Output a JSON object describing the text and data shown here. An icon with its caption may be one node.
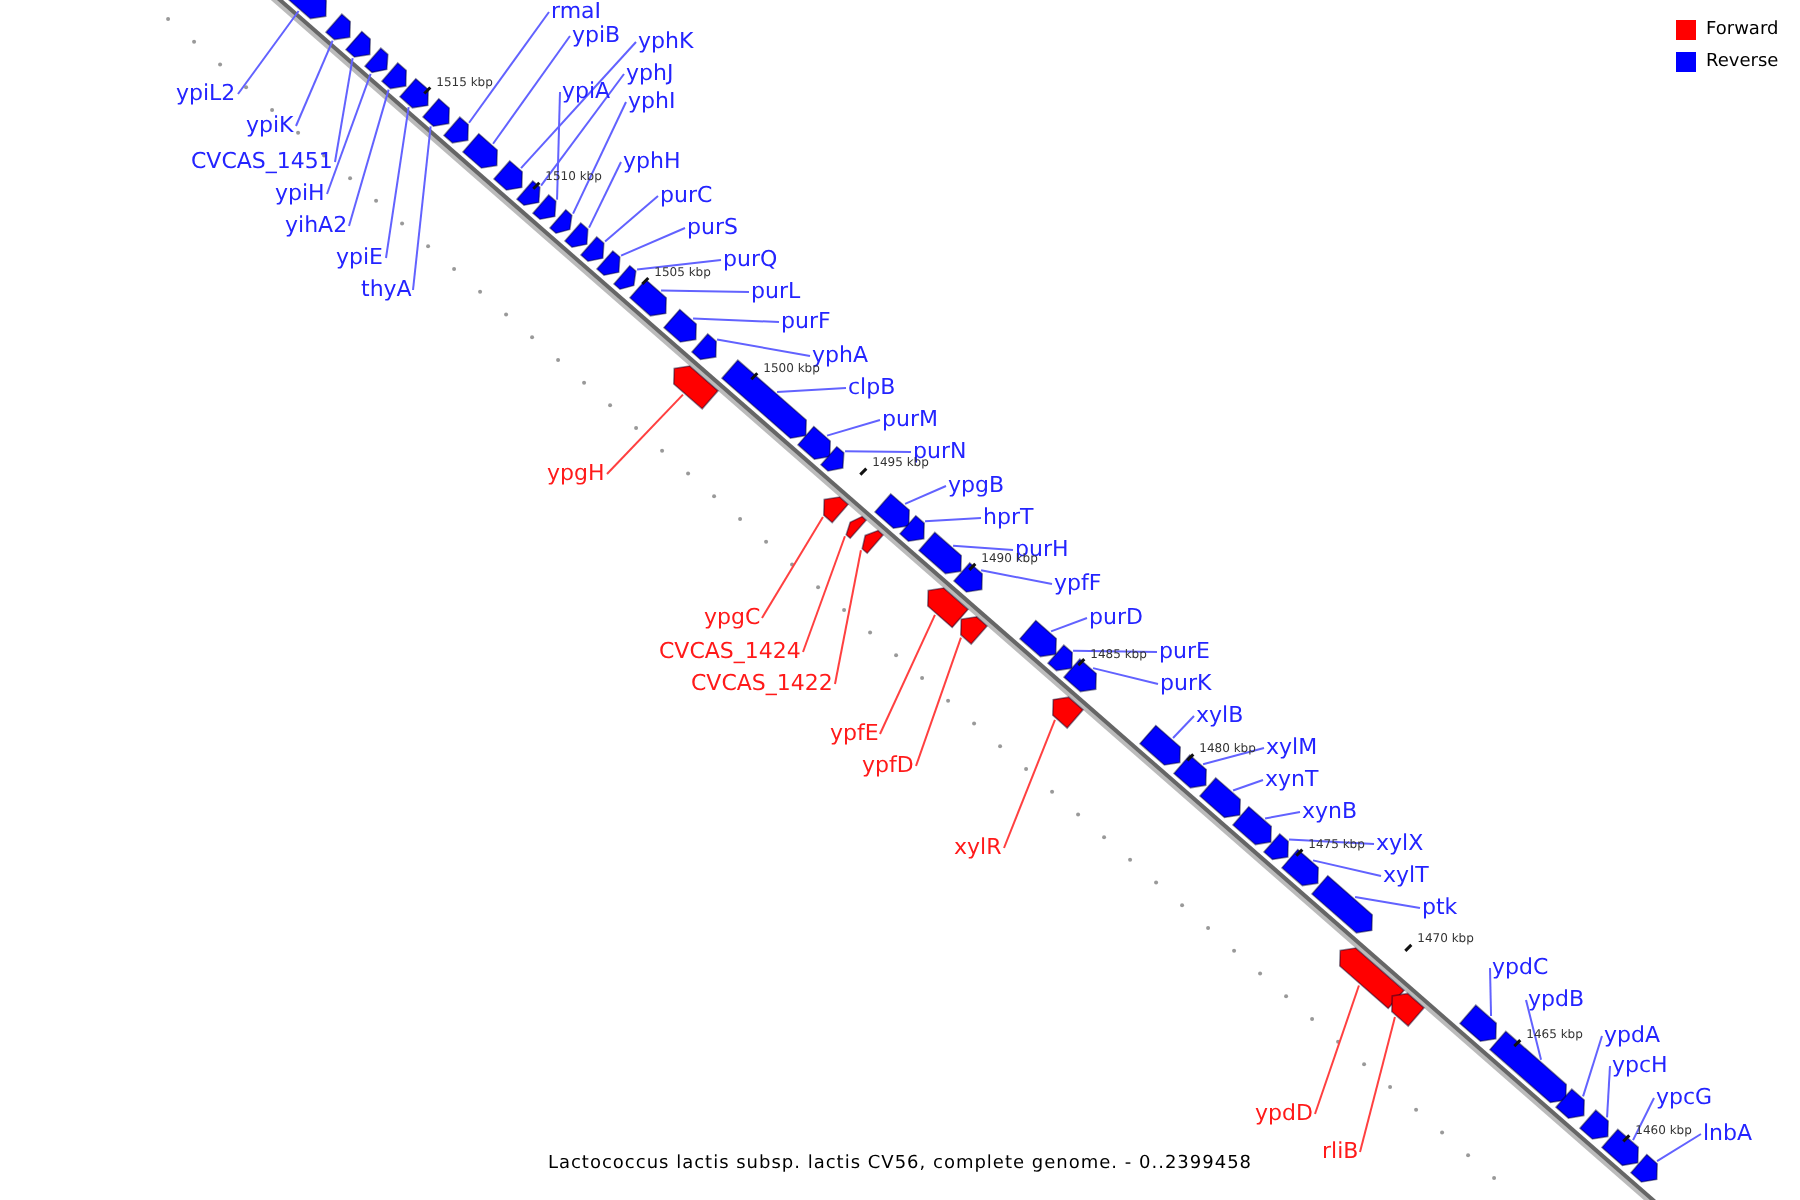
{
  "diagram": {
    "caption": "Lactococcus lactis subsp. lactis CV56, complete genome. - 0..2399458",
    "nodes": [
      {
        "text": [
          "ypiL2"
        ]
      },
      {
        "text": [],
        "shape": "arrow"
      },
      {
        "text": [
          "ypiK"
        ]
      },
      {
        "text": [],
        "shape": "arrow"
      },
      {
        "text": [
          "CVCAS_1451"
        ]
      },
      {
        "text": [],
        "shape": "arrow"
      },
      {
        "text": [
          "ypiH"
        ]
      },
      {
        "text": [],
        "shape": "arrow"
      },
      {
        "text": [
          "yihA2"
        ]
      },
      {
        "text": [],
        "shape": "arrow"
      },
      {
        "text": [
          "ypiE"
        ]
      },
      {
        "text": [],
        "shape": "arrow"
      },
      {
        "text": [
          "thyA"
        ]
      },
      {
        "text": [],
        "shape": "arrow"
      },
      {
        "text": [
          "rmaI"
        ]
      },
      {
        "text": [],
        "shape": "arrow"
      },
      {
        "text": [
          "ypiB"
        ]
      },
      {
        "text": [],
        "shape": "arrow"
      },
      {
        "text": [
          "yphK"
        ]
      },
      {
        "text": [],
        "shape": "arrow"
      },
      {
        "text": [
          "yphJ"
        ]
      },
      {
        "text": [],
        "shape": "arrow"
      },
      {
        "text": [
          "ypiA"
        ]
      },
      {
        "text": [],
        "shape": "arrow"
      },
      {
        "text": [
          "yphI"
        ]
      },
      {
        "text": [],
        "shape": "arrow"
      },
      {
        "text": [
          "yphH"
        ]
      },
      {
        "text": [],
        "shape": "arrow"
      },
      {
        "text": [
          "purC"
        ]
      },
      {
        "text": [],
        "shape": "arrow"
      },
      {
        "text": [
          "purS"
        ]
      },
      {
        "text": [],
        "shape": "arrow"
      },
      {
        "text": [
          "purQ"
        ]
      },
      {
        "text": [],
        "shape": "arrow"
      },
      {
        "text": [
          "purL"
        ]
      },
      {
        "text": [],
        "shape": "arrow"
      },
      {
        "text": [
          "purF"
        ]
      },
      {
        "text": [],
        "shape": "arrow"
      },
      {
        "text": [
          "yphA"
        ]
      },
      {
        "text": [],
        "shape": "arrow"
      },
      {
        "text": [
          "ypgH"
        ]
      },
      {
        "text": [],
        "shape": "arrow"
      },
      {
        "text": [
          "clpB"
        ]
      },
      {
        "text": [],
        "shape": "arrow"
      },
      {
        "text": [
          "purM"
        ]
      },
      {
        "text": [],
        "shape": "arrow"
      },
      {
        "text": [
          "purN"
        ]
      },
      {
        "text": [],
        "shape": "arrow"
      },
      {
        "text": [
          "ypgB"
        ]
      },
      {
        "text": [],
        "shape": "arrow"
      },
      {
        "text": [
          "hprT"
        ]
      },
      {
        "text": [],
        "shape": "arrow"
      },
      {
        "text": [
          "purH"
        ]
      },
      {
        "text": [],
        "shape": "arrow"
      },
      {
        "text": [
          "ypfF"
        ]
      },
      {
        "text": [],
        "shape": "arrow"
      },
      {
        "text": [
          "ypgC"
        ]
      },
      {
        "text": [],
        "shape": "arrow"
      },
      {
        "text": [
          "CVCAS_1424"
        ]
      },
      {
        "text": [],
        "shape": "arrow"
      },
      {
        "text": [
          "CVCAS_1422"
        ]
      },
      {
        "text": [],
        "shape": "arrow"
      },
      {
        "text": [
          "ypfE"
        ]
      },
      {
        "text": [],
        "shape": "arrow"
      },
      {
        "text": [
          "ypfD"
        ]
      },
      {
        "text": [],
        "shape": "arrow"
      },
      {
        "text": [
          "purD"
        ]
      },
      {
        "text": [],
        "shape": "arrow"
      },
      {
        "text": [
          "purE"
        ]
      },
      {
        "text": [],
        "shape": "arrow"
      },
      {
        "text": [
          "purK"
        ]
      },
      {
        "text": [],
        "shape": "arrow"
      },
      {
        "text": [
          "xylR"
        ]
      },
      {
        "text": [],
        "shape": "arrow"
      },
      {
        "text": [
          "xylB"
        ]
      },
      {
        "text": [],
        "shape": "arrow"
      },
      {
        "text": [
          "xylM"
        ]
      },
      {
        "text": [],
        "shape": "arrow"
      },
      {
        "text": [
          "xynT"
        ]
      },
      {
        "text": [],
        "shape": "arrow"
      },
      {
        "text": [
          "xynB"
        ]
      },
      {
        "text": [],
        "shape": "arrow"
      },
      {
        "text": [
          "xylX"
        ]
      },
      {
        "text": [],
        "shape": "arrow"
      },
      {
        "text": [
          "xylT"
        ]
      },
      {
        "text": [],
        "shape": "arrow"
      },
      {
        "text": [
          "ptk"
        ]
      },
      {
        "text": [],
        "shape": "arrow"
      },
      {
        "text": [
          "ypdD"
        ]
      },
      {
        "text": [],
        "shape": "arrow"
      },
      {
        "text": [
          "rliB"
        ]
      },
      {
        "text": [],
        "shape": "arrow"
      },
      {
        "text": [
          "ypdC"
        ]
      },
      {
        "text": [],
        "shape": "arrow"
      },
      {
        "text": [
          "ypdB"
        ]
      },
      {
        "text": [],
        "shape": "arrow"
      },
      {
        "text": [
          "ypdA"
        ]
      },
      {
        "text": [],
        "shape": "arrow"
      },
      {
        "text": [
          "ypcH"
        ]
      },
      {
        "text": [],
        "shape": "arrow"
      },
      {
        "text": [
          "ypcG"
        ]
      },
      {
        "text": [],
        "shape": "arrow"
      },
      {
        "text": [
          "lnbA"
        ]
      },
      {
        "text": [],
        "shape": "arrow"
      }
    ],
    "edges": [
      {
        "from": 0,
        "to": 1,
        "arrow": "none"
      },
      {
        "from": 2,
        "to": 3,
        "arrow": "none"
      },
      {
        "from": 4,
        "to": 5,
        "arrow": "none"
      },
      {
        "from": 6,
        "to": 7,
        "arrow": "none"
      },
      {
        "from": 8,
        "to": 9,
        "arrow": "none"
      },
      {
        "from": 10,
        "to": 11,
        "arrow": "none"
      },
      {
        "from": 12,
        "to": 13,
        "arrow": "none"
      },
      {
        "from": 14,
        "to": 15,
        "arrow": "none"
      },
      {
        "from": 16,
        "to": 17,
        "arrow": "none"
      },
      {
        "from": 18,
        "to": 19,
        "arrow": "none"
      },
      {
        "from": 20,
        "to": 21,
        "arrow": "none"
      },
      {
        "from": 22,
        "to": 23,
        "arrow": "none"
      },
      {
        "from": 24,
        "to": 25,
        "arrow": "none"
      },
      {
        "from": 26,
        "to": 27,
        "arrow": "none"
      },
      {
        "from": 28,
        "to": 29,
        "arrow": "none"
      },
      {
        "from": 30,
        "to": 31,
        "arrow": "none"
      },
      {
        "from": 32,
        "to": 33,
        "arrow": "none"
      },
      {
        "from": 34,
        "to": 35,
        "arrow": "none"
      },
      {
        "from": 36,
        "to": 37,
        "arrow": "none"
      },
      {
        "from": 38,
        "to": 39,
        "arrow": "none"
      },
      {
        "from": 40,
        "to": 41,
        "arrow": "none",
        "color": "#ff4040"
      },
      {
        "from": 42,
        "to": 43,
        "arrow": "none"
      },
      {
        "from": 44,
        "to": 45,
        "arrow": "none"
      },
      {
        "from": 46,
        "to": 47,
        "arrow": "none"
      },
      {
        "from": 48,
        "to": 49,
        "arrow": "none"
      },
      {
        "from": 50,
        "to": 51,
        "arrow": "none"
      },
      {
        "from": 52,
        "to": 53,
        "arrow": "none"
      },
      {
        "from": 54,
        "to": 55,
        "arrow": "none"
      },
      {
        "from": 56,
        "to": 57,
        "arrow": "none",
        "color": "#ff4040"
      },
      {
        "from": 58,
        "to": 59,
        "arrow": "none",
        "color": "#ff4040"
      },
      {
        "from": 60,
        "to": 61,
        "arrow": "none",
        "color": "#ff4040"
      },
      {
        "from": 62,
        "to": 63,
        "arrow": "none",
        "color": "#ff4040"
      },
      {
        "from": 64,
        "to": 65,
        "arrow": "none",
        "color": "#ff4040"
      },
      {
        "from": 66,
        "to": 67,
        "arrow": "none"
      },
      {
        "from": 68,
        "to": 69,
        "arrow": "none"
      },
      {
        "from": 70,
        "to": 71,
        "arrow": "none"
      },
      {
        "from": 72,
        "to": 73,
        "arrow": "none",
        "color": "#ff4040"
      },
      {
        "from": 74,
        "to": 75,
        "arrow": "none"
      },
      {
        "from": 76,
        "to": 77,
        "arrow": "none"
      },
      {
        "from": 78,
        "to": 79,
        "arrow": "none"
      },
      {
        "from": 80,
        "to": 81,
        "arrow": "none"
      },
      {
        "from": 82,
        "to": 83,
        "arrow": "none"
      },
      {
        "from": 84,
        "to": 85,
        "arrow": "none"
      },
      {
        "from": 86,
        "to": 87,
        "arrow": "none"
      },
      {
        "from": 88,
        "to": 89,
        "arrow": "none",
        "color": "#ff4040"
      },
      {
        "from": 90,
        "to": 91,
        "arrow": "none",
        "color": "#ff4040"
      },
      {
        "from": 92,
        "to": 93,
        "arrow": "none"
      },
      {
        "from": 94,
        "to": 95,
        "arrow": "none"
      },
      {
        "from": 96,
        "to": 97,
        "arrow": "none"
      },
      {
        "from": 98,
        "to": 99,
        "arrow": "none"
      },
      {
        "from": 100,
        "to": 101,
        "arrow": "none"
      },
      {
        "from": 102,
        "to": 103,
        "arrow": "none"
      }
    ],
    "labels": [
      "1515 kbp",
      "1510 kbp",
      "1505 kbp",
      "1500 kbp",
      "1495 kbp",
      "1490 kbp",
      "1485 kbp",
      "1480 kbp",
      "1475 kbp",
      "1470 kbp",
      "1465 kbp",
      "1460 kbp"
    ],
    "legend": [
      {
        "text": "Forward",
        "color": "#ff0000"
      },
      {
        "text": "Reverse",
        "color": "#0000ff"
      }
    ]
  }
}
